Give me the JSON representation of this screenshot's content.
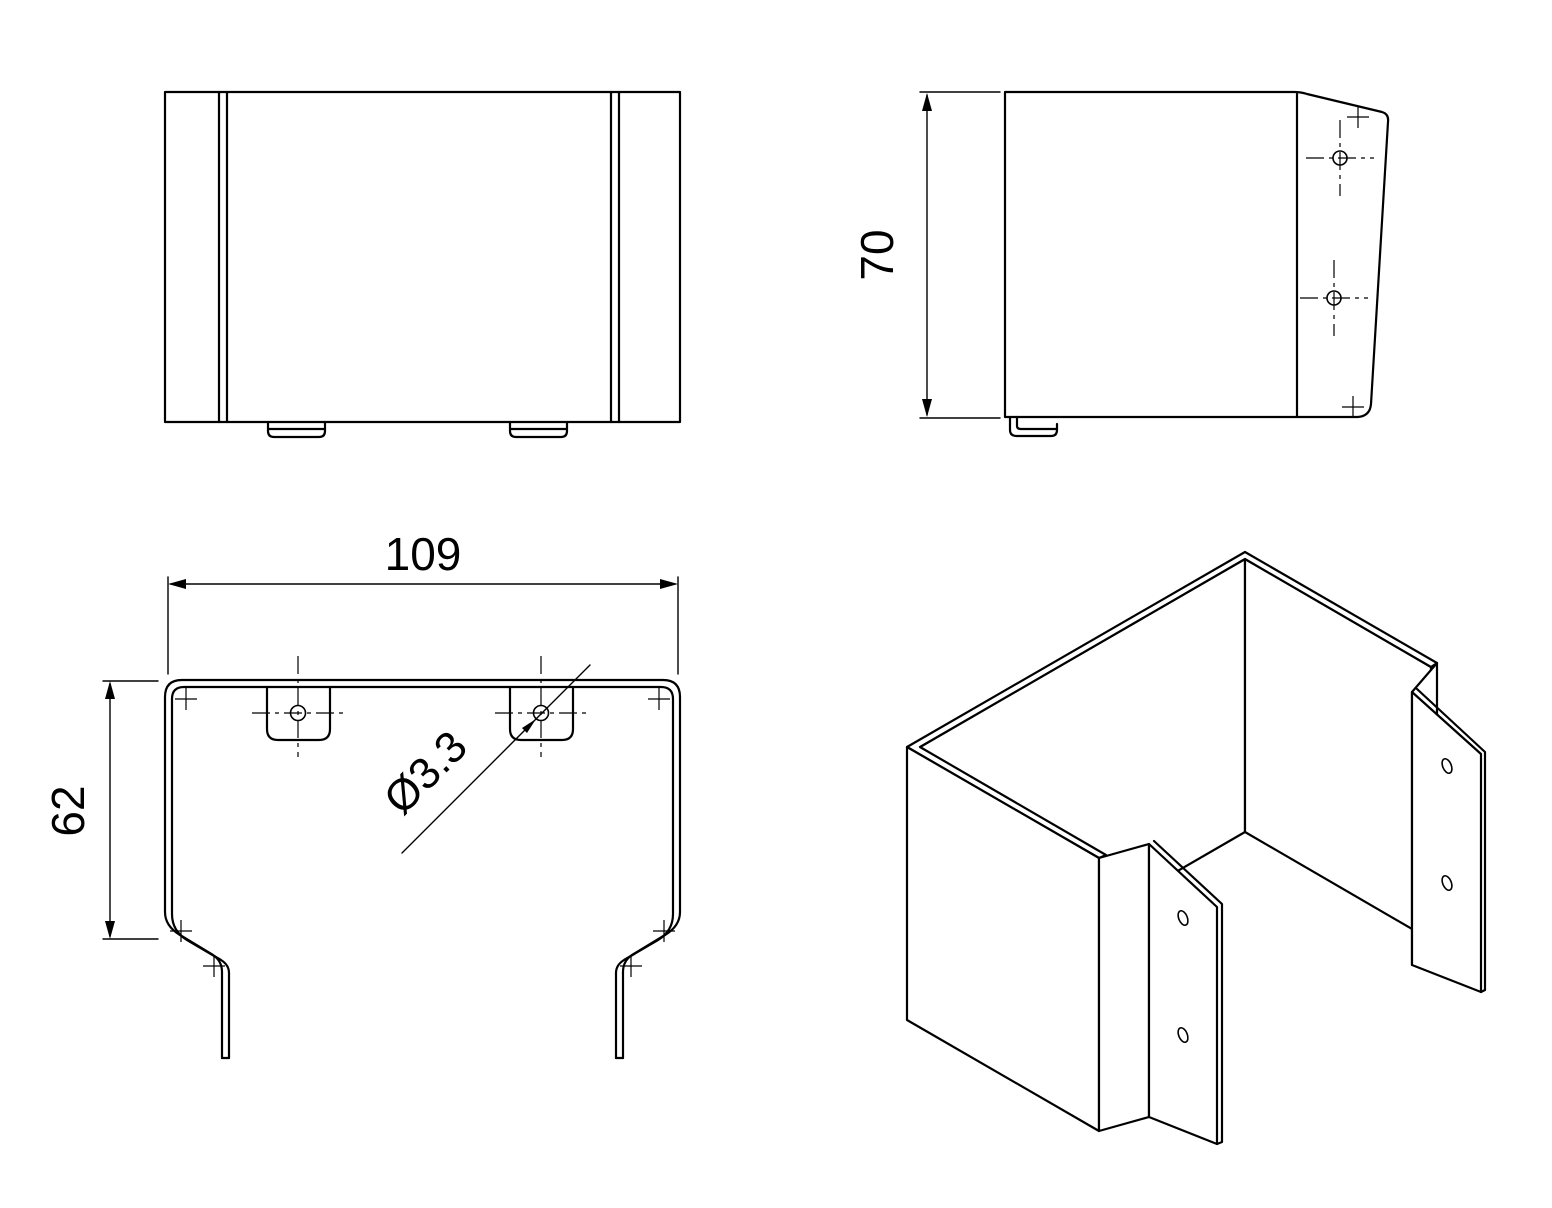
{
  "drawing": {
    "dimensions": {
      "width": "109",
      "depth": "62",
      "height": "70",
      "hole_callout": "Ø3.3"
    }
  }
}
